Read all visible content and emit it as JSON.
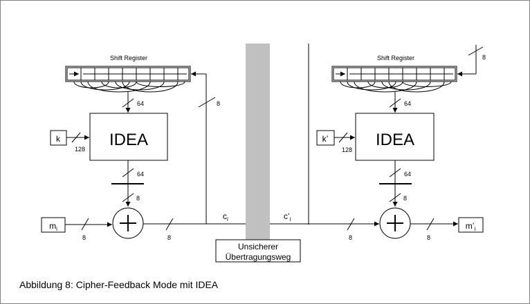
{
  "left": {
    "shift_register_label": "Shift Register",
    "idea_label": "IDEA",
    "key_label": "k",
    "key_width": "128",
    "reg_to_idea_width": "64",
    "idea_out_width": "64",
    "select_out_width": "8",
    "plain_label": "m",
    "plain_sub": "i",
    "plain_width": "8",
    "xor_out_width": "8",
    "feedback_width": "8",
    "cipher_label": "c",
    "cipher_sub": "i"
  },
  "right": {
    "shift_register_label": "Shift Register",
    "idea_label": "IDEA",
    "key_label": "k’",
    "key_width": "128",
    "reg_in_width": "8",
    "reg_to_idea_width": "64",
    "idea_out_width": "64",
    "select_out_width": "8",
    "cipher_label": "c’",
    "cipher_sub": "i",
    "cipher_width": "8",
    "plain_label": "m’",
    "plain_sub": "i",
    "plain_width": "8"
  },
  "channel": {
    "label_line1": "Unsicherer",
    "label_line2": "Übertragungsweg"
  },
  "caption": "Abbildung 8: Cipher-Feedback Mode mit IDEA",
  "colors": {
    "channel": "#c0c0c0",
    "border": "#808080"
  }
}
